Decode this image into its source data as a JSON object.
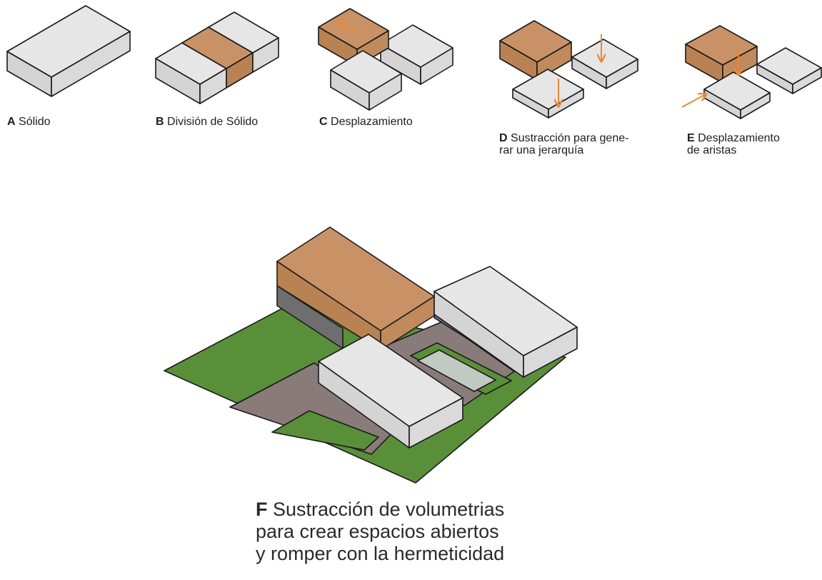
{
  "colors": {
    "solid_top": "#e6e6e6",
    "solid_side": "#d4d4d4",
    "outline": "#1a1a1a",
    "accent": "#c99266",
    "accent_side": "#b98253",
    "arrow": "#e8883a",
    "grass": "#5a8f3a",
    "path": "#8a7b7b",
    "shadow": "#6e6e6e",
    "pool": "#c2c8c2"
  },
  "steps": [
    {
      "letter": "A",
      "label": "Sólido"
    },
    {
      "letter": "B",
      "label": "División de Sólido"
    },
    {
      "letter": "C",
      "label": "Desplazamiento"
    },
    {
      "letter": "D",
      "label_line1": "Sustracción para gene-",
      "label_line2": "rar una jerarquía"
    },
    {
      "letter": "E",
      "label_line1": "Desplazamiento",
      "label_line2": "de aristas"
    }
  ],
  "final": {
    "letter": "F",
    "line1": "Sustracción de volumetrias",
    "line2": "para crear espacios abiertos",
    "line3": "y romper con la hermeticidad"
  }
}
